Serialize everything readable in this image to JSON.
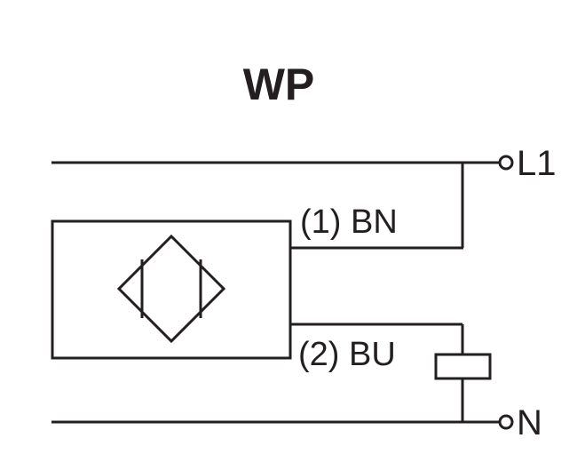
{
  "title": "WP",
  "terminals": {
    "top": "L1",
    "bottom": "N"
  },
  "wires": {
    "wire1": "(1) BN",
    "wire2": "(2) BU"
  },
  "colors": {
    "line": "#231f20",
    "background": "#ffffff"
  },
  "icons": {
    "sensor": "inductive-sensor-symbol",
    "load": "load-resistor-symbol"
  }
}
